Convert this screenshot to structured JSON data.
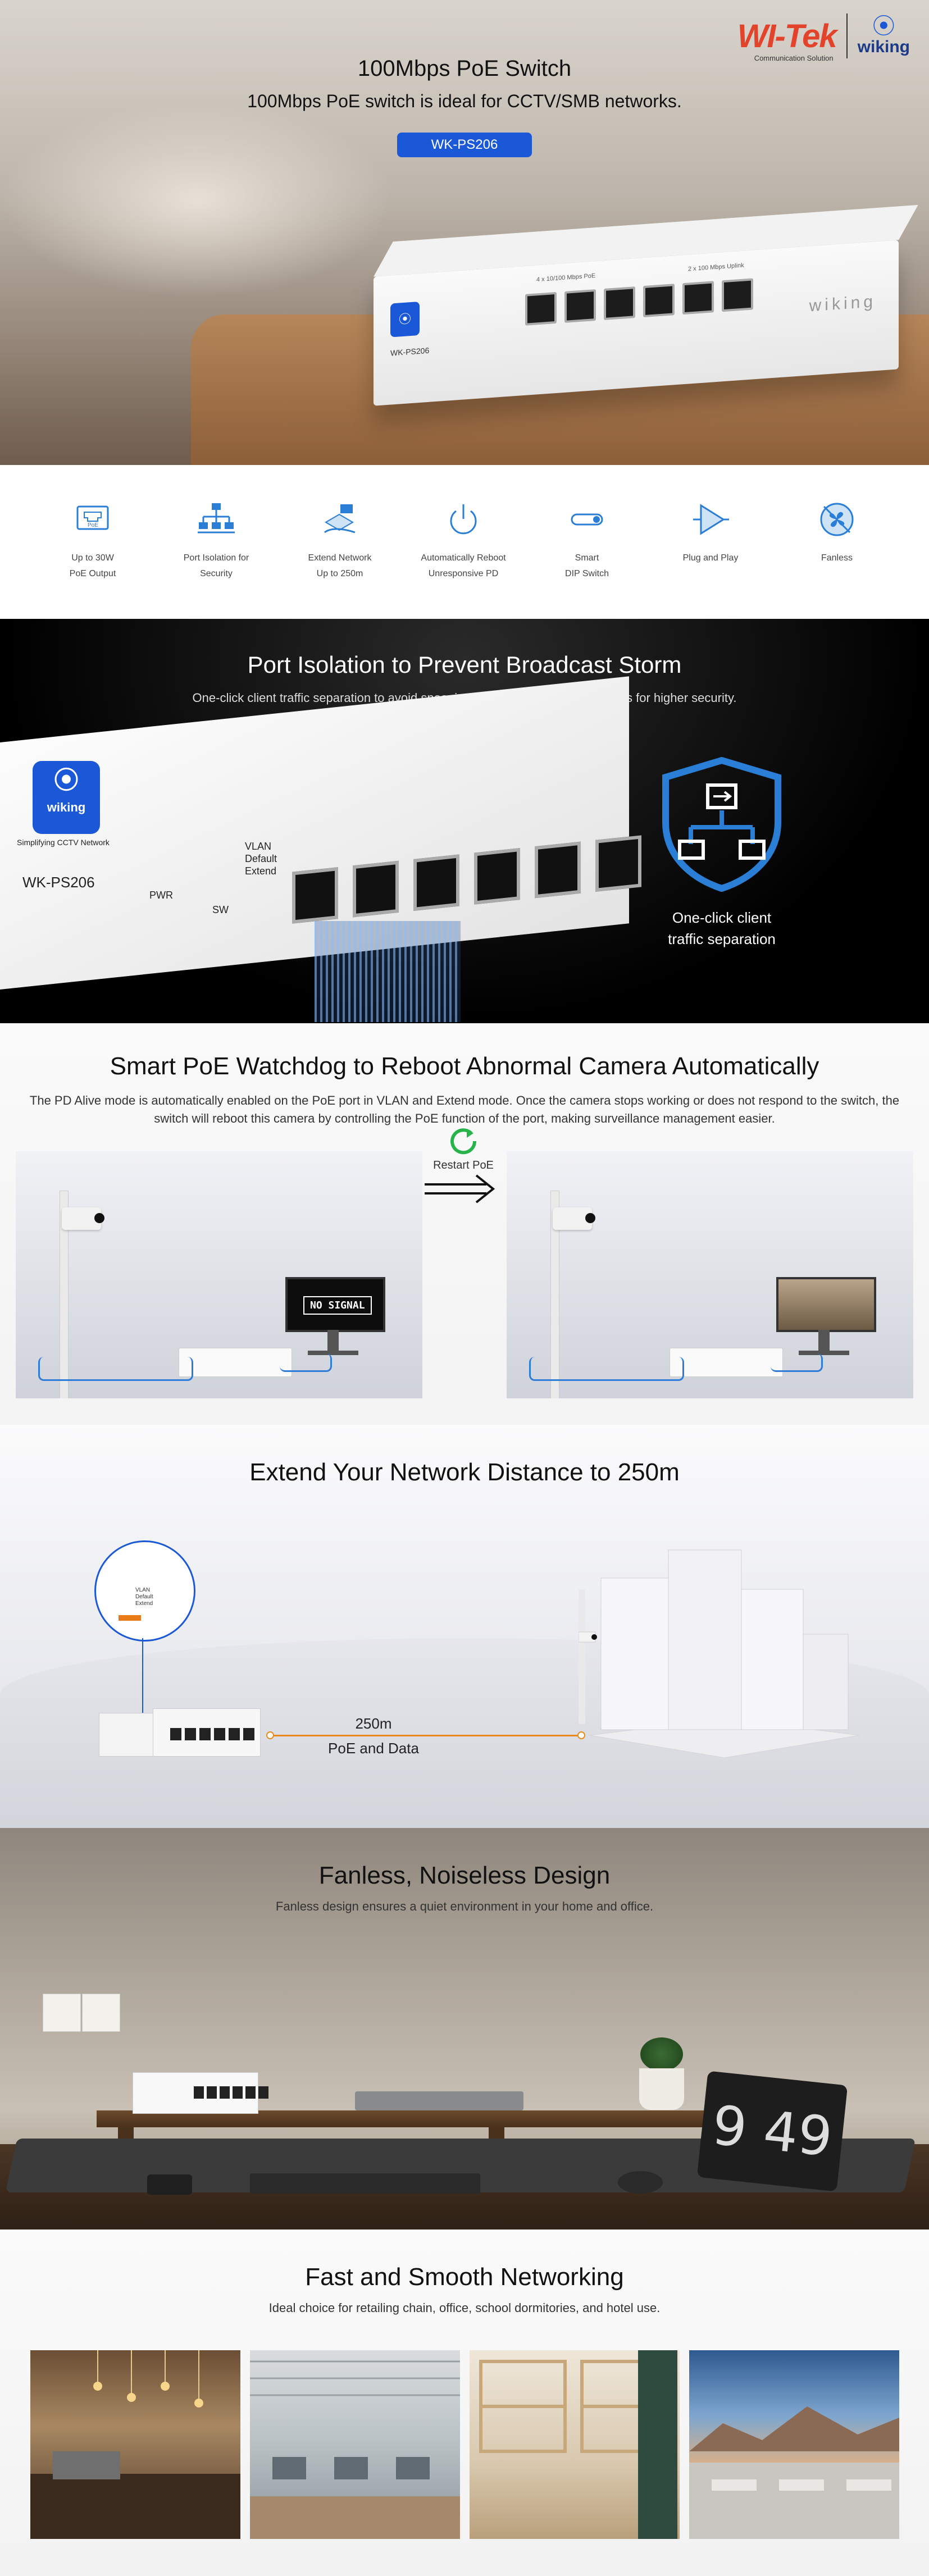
{
  "hero": {
    "title": "100Mbps PoE Switch",
    "subtitle": "100Mbps PoE switch is ideal for CCTV/SMB networks.",
    "model_badge": "WK-PS206",
    "brand_witek": "WI-Tek",
    "brand_witek_sub": "Communication Solution",
    "brand_wiking": "wiking",
    "device_model": "WK-PS206",
    "device_ports_label": "4 x 10/100 Mbps PoE",
    "device_uplink_label": "2 x 100 Mbps Uplink",
    "device_brand": "wiking"
  },
  "features": [
    {
      "icon": "poe-port-icon",
      "label_line1": "Up to 30W",
      "label_line2": "PoE Output"
    },
    {
      "icon": "network-tree-icon",
      "label_line1": "Port Isolation for",
      "label_line2": "Security"
    },
    {
      "icon": "extend-network-icon",
      "label_line1": "Extend Network",
      "label_line2": "Up to 250m"
    },
    {
      "icon": "power-reboot-icon",
      "label_line1": "Automatically Reboot",
      "label_line2": "Unresponsive PD"
    },
    {
      "icon": "dip-switch-icon",
      "label_line1": "Smart",
      "label_line2": "DIP Switch"
    },
    {
      "icon": "plug-and-play-icon",
      "label_line1": "Plug and Play",
      "label_line2": ""
    },
    {
      "icon": "fanless-icon",
      "label_line1": "Fanless",
      "label_line2": ""
    }
  ],
  "isolation": {
    "title": "Port Isolation to Prevent Broadcast Storm",
    "subtitle": "One-click client traffic separation to avoid snooping and isolate broadcast storms for higher security.",
    "device_model": "WK-PS206",
    "device_tagline": "Simplifying CCTV Network",
    "pwr": "PWR",
    "sw": "SW",
    "mode_vlan": "VLAN",
    "mode_default": "Default",
    "mode_extend": "Extend",
    "logo_text": "wiking",
    "caption_line1": "One-click client",
    "caption_line2": "traffic separation"
  },
  "watchdog": {
    "title": "Smart PoE Watchdog to Reboot Abnormal Camera Automatically",
    "description": "The PD Alive mode is automatically enabled on the PoE port in VLAN and Extend mode. Once the camera stops working or does not respond to the switch, the switch will reboot this camera by controlling the PoE function of the port, making surveillance management easier.",
    "no_signal": "NO SIGNAL",
    "restart_label": "Restart PoE"
  },
  "extend": {
    "title": "Extend Your Network Distance to 250m",
    "distance": "250m",
    "distance_caption": "PoE and Data",
    "mode_vlan": "VLAN",
    "mode_default": "Default",
    "mode_extend": "Extend"
  },
  "fanless": {
    "title": "Fanless, Noiseless Design",
    "subtitle": "Fanless design ensures a quiet environment in your home and office.",
    "clock_time": "9 49"
  },
  "networking": {
    "title": "Fast and Smooth Networking",
    "subtitle": "Ideal choice for retailing chain, office, school dormitories, and hotel use.",
    "scenes": [
      "cafe-scene",
      "office-scene",
      "dormitory-scene",
      "hotel-scene"
    ]
  },
  "colors": {
    "brand_blue": "#1b58d8",
    "accent_orange": "#e88a1c",
    "cable_blue": "#2e7bd8",
    "restart_green": "#27b24a"
  }
}
